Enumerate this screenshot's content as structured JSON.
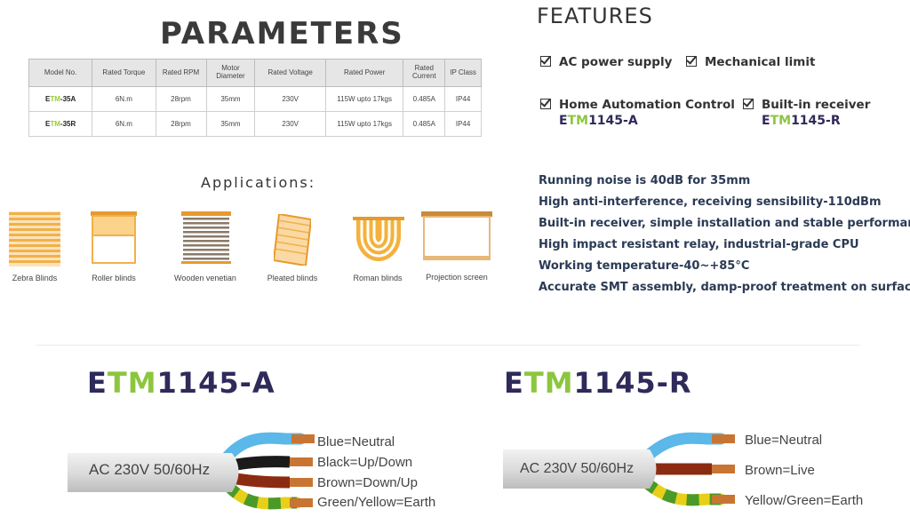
{
  "parameters": {
    "title": "PARAMETERS",
    "headers": [
      "Model No.",
      "Rated Torque",
      "Rated RPM",
      "Motor Diameter",
      "Rated Voltage",
      "Rated Power",
      "Rated Current",
      "IP Class"
    ],
    "rows": [
      {
        "model_e": "E",
        "model_t": "TM",
        "model_n": "-35A",
        "torque": "6N.m",
        "rpm": "28rpm",
        "diameter": "35mm",
        "voltage": "230V",
        "power": "115W  upto 17kgs",
        "current": "0.485A",
        "ip": "IP44"
      },
      {
        "model_e": "E",
        "model_t": "TM",
        "model_n": "-35R",
        "torque": "6N.m",
        "rpm": "28rpm",
        "diameter": "35mm",
        "voltage": "230V",
        "power": "115W  upto 17kgs",
        "current": "0.485A",
        "ip": "IP44"
      }
    ]
  },
  "applications": {
    "title": "Applications:",
    "items": [
      "Zebra Blinds",
      "Roller blinds",
      "Wooden venetian",
      "Pleated blinds",
      "Roman blinds",
      "Projection screen"
    ]
  },
  "features": {
    "title": "FEATURES",
    "items": [
      "AC power supply",
      "Mechanical limit",
      "Home Automation Control",
      "Built-in receiver"
    ],
    "model_a": {
      "e": "E",
      "t": "TM",
      "n": "1145-A"
    },
    "model_r": {
      "e": "E",
      "t": "TM",
      "n": "1145-R"
    },
    "specs": [
      "Running noise is 40dB for 35mm",
      "High anti-interference, receiving sensibility-110dBm",
      "Built-in receiver, simple installation and stable performance",
      "High impact resistant relay, industrial-grade CPU",
      "Working temperature-40~+85°C",
      "Accurate SMT assembly, damp-proof treatment on surface"
    ]
  },
  "wiring": {
    "a": {
      "model": {
        "e": "E",
        "t": "TM",
        "n": "1145-A"
      },
      "cable_label": "AC 230V 50/60Hz",
      "wires": [
        "Blue=Neutral",
        "Black=Up/Down",
        "Brown=Down/Up",
        "Green/Yellow=Earth"
      ]
    },
    "r": {
      "model": {
        "e": "E",
        "t": "TM",
        "n": "1145-R"
      },
      "cable_label": "AC 230V 50/60Hz",
      "wires": [
        "Blue=Neutral",
        "Brown=Live",
        "Yellow/Green=Earth"
      ]
    }
  },
  "colors": {
    "brand_dark": "#2e2a5a",
    "brand_green": "#8cc63f",
    "blind_orange": "#f2b04a",
    "wire_blue": "#5bb8e8",
    "wire_black": "#1a1a1a",
    "wire_brown": "#8b2c12",
    "wire_yellow": "#e8d01a",
    "wire_green": "#4a9a2a",
    "copper": "#c87533"
  }
}
